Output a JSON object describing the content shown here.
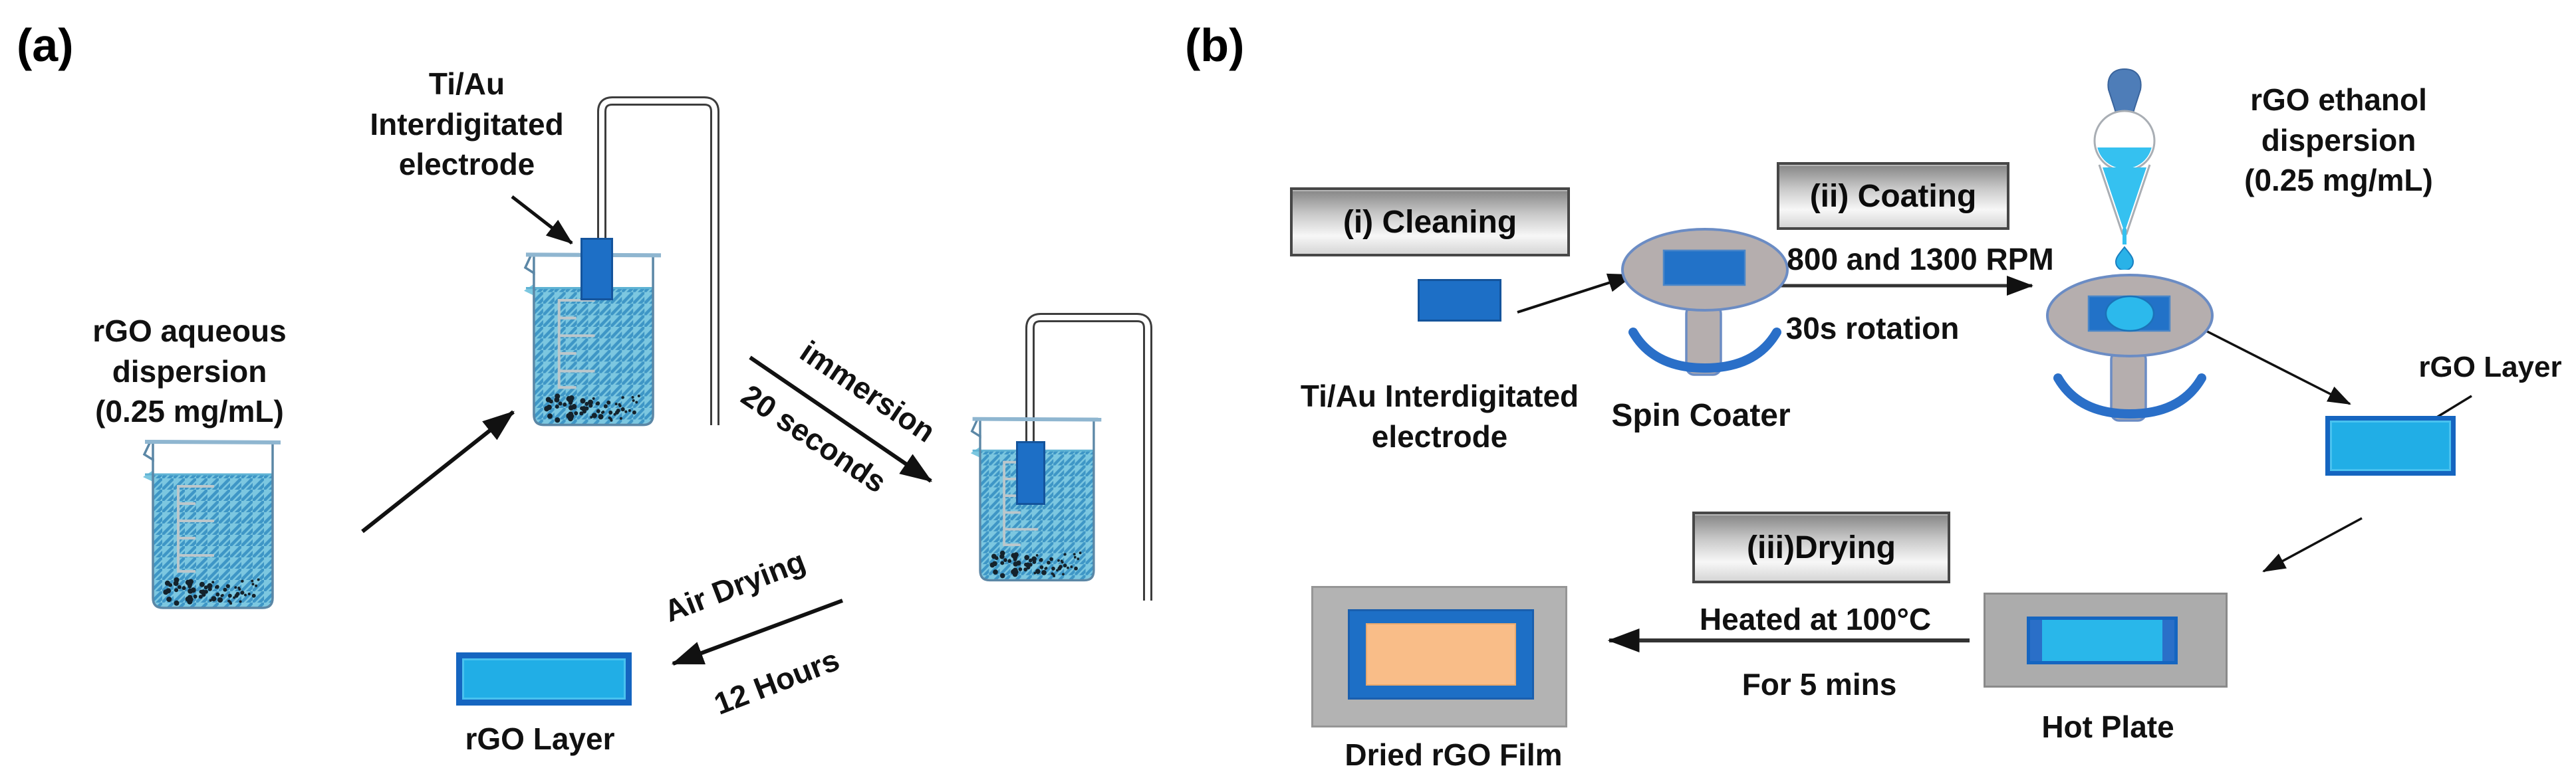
{
  "figure": {
    "panel_a": {
      "label": "(a)",
      "electrode_caption": {
        "line1": "Ti/Au",
        "line2": "Interdigitated",
        "line3": "electrode"
      },
      "dispersion_caption": {
        "line1": "rGO aqueous",
        "line2": "dispersion",
        "line3": "(0.25 mg/mL)"
      },
      "immersion": {
        "line1": "immersion",
        "line2": "20 seconds"
      },
      "air_drying": {
        "line1": "Air Drying",
        "line2": "12 Hours"
      },
      "rgo_layer_label": "rGO Layer"
    },
    "panel_b": {
      "label": "(b)",
      "steps": {
        "cleaning": "(i) Cleaning",
        "coating": "(ii) Coating",
        "drying": "(iii)Drying"
      },
      "electrode_caption": {
        "line1": "Ti/Au Interdigitated",
        "line2": "electrode"
      },
      "spin_coater_label": "Spin Coater",
      "coating_params": {
        "rpm": "800 and 1300 RPM",
        "rotation": "30s rotation"
      },
      "ethanol_caption": {
        "line1": "rGO ethanol",
        "line2": "dispersion",
        "line3": "(0.25 mg/mL)"
      },
      "rgo_layer_label": "rGO Layer",
      "drying_params": {
        "temperature": "Heated at 100°C",
        "duration": "For 5 mins"
      },
      "hot_plate_label": "Hot Plate",
      "dried_film_label": "Dried rGO Film"
    },
    "colors": {
      "electrode_blue": "#1d6fc6",
      "rgo_cyan": "#21aee6",
      "beaker_liquid": "#7cc7e0",
      "liquid_hatch": "#3e96c6",
      "coater_gray": "#b5aeae",
      "coater_outline": "#6b8cc4",
      "rotation_blue": "#2a6fc8",
      "film_orange": "#f9bd88",
      "plate_gray": "#acacac"
    }
  }
}
